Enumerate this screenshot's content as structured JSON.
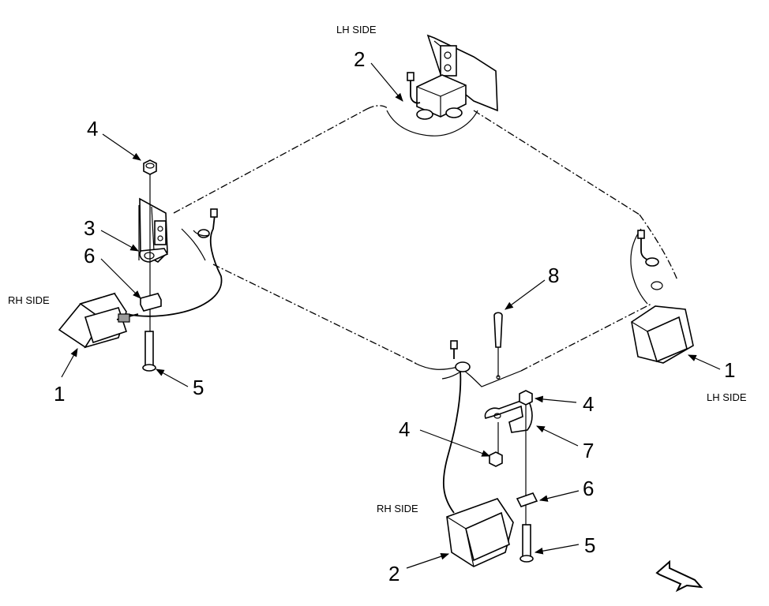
{
  "labels": {
    "lh_side_top": "LH SIDE",
    "rh_side_left": "RH SIDE",
    "lh_side_right": "LH SIDE",
    "rh_side_bottom": "RH SIDE"
  },
  "callouts": {
    "c2_top": "2",
    "c4_left": "4",
    "c3": "3",
    "c6_left": "6",
    "c1_left": "1",
    "c5_left": "5",
    "c8": "8",
    "c1_right": "1",
    "c4_right": "4",
    "c7": "7",
    "c4_mid": "4",
    "c6_right": "6",
    "c5_right": "5",
    "c2_bottom": "2"
  }
}
